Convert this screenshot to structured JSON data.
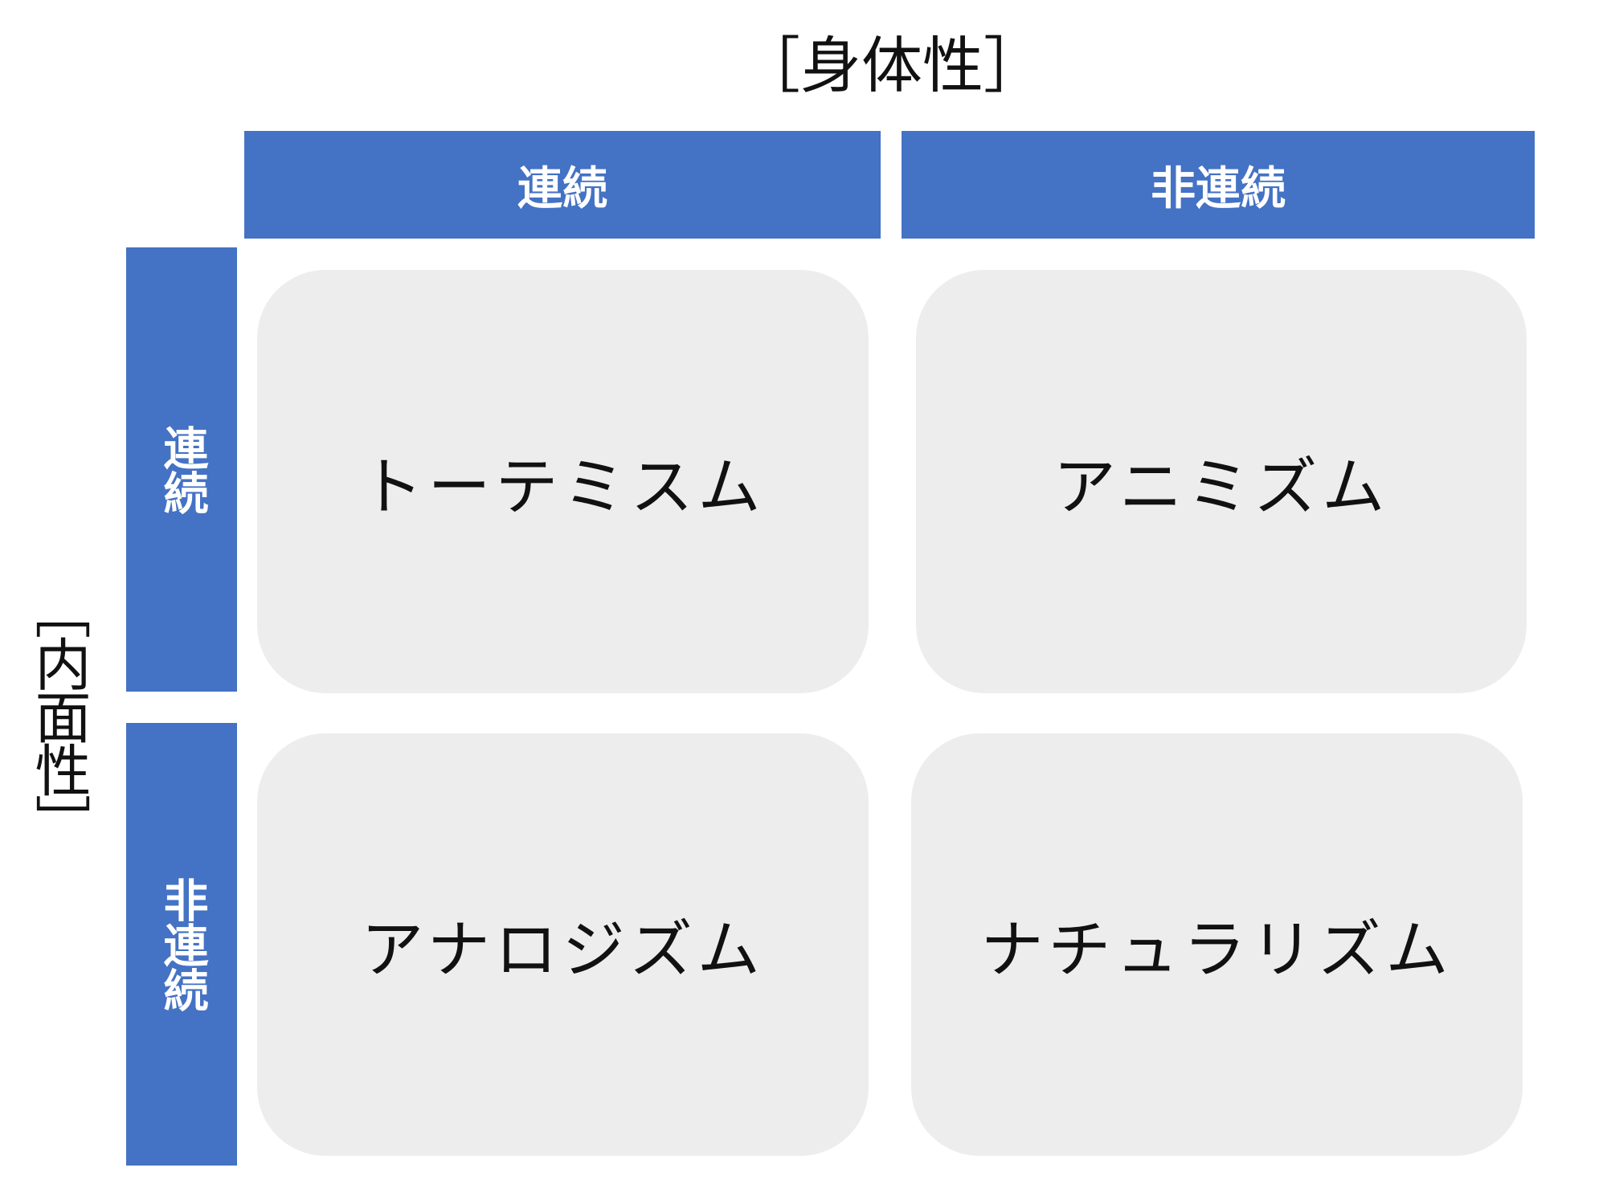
{
  "axes": {
    "horizontal_label": "［身体性］",
    "vertical_label": "［内面性］"
  },
  "columns": [
    "連続",
    "非連続"
  ],
  "rows": [
    "連続",
    "非連続"
  ],
  "cells": [
    [
      "トーテミスム",
      "アニミズム"
    ],
    [
      "アナロジズム",
      "ナチュラリズム"
    ]
  ],
  "colors": {
    "header": "#4472C4",
    "cell": "#EDEDED"
  }
}
